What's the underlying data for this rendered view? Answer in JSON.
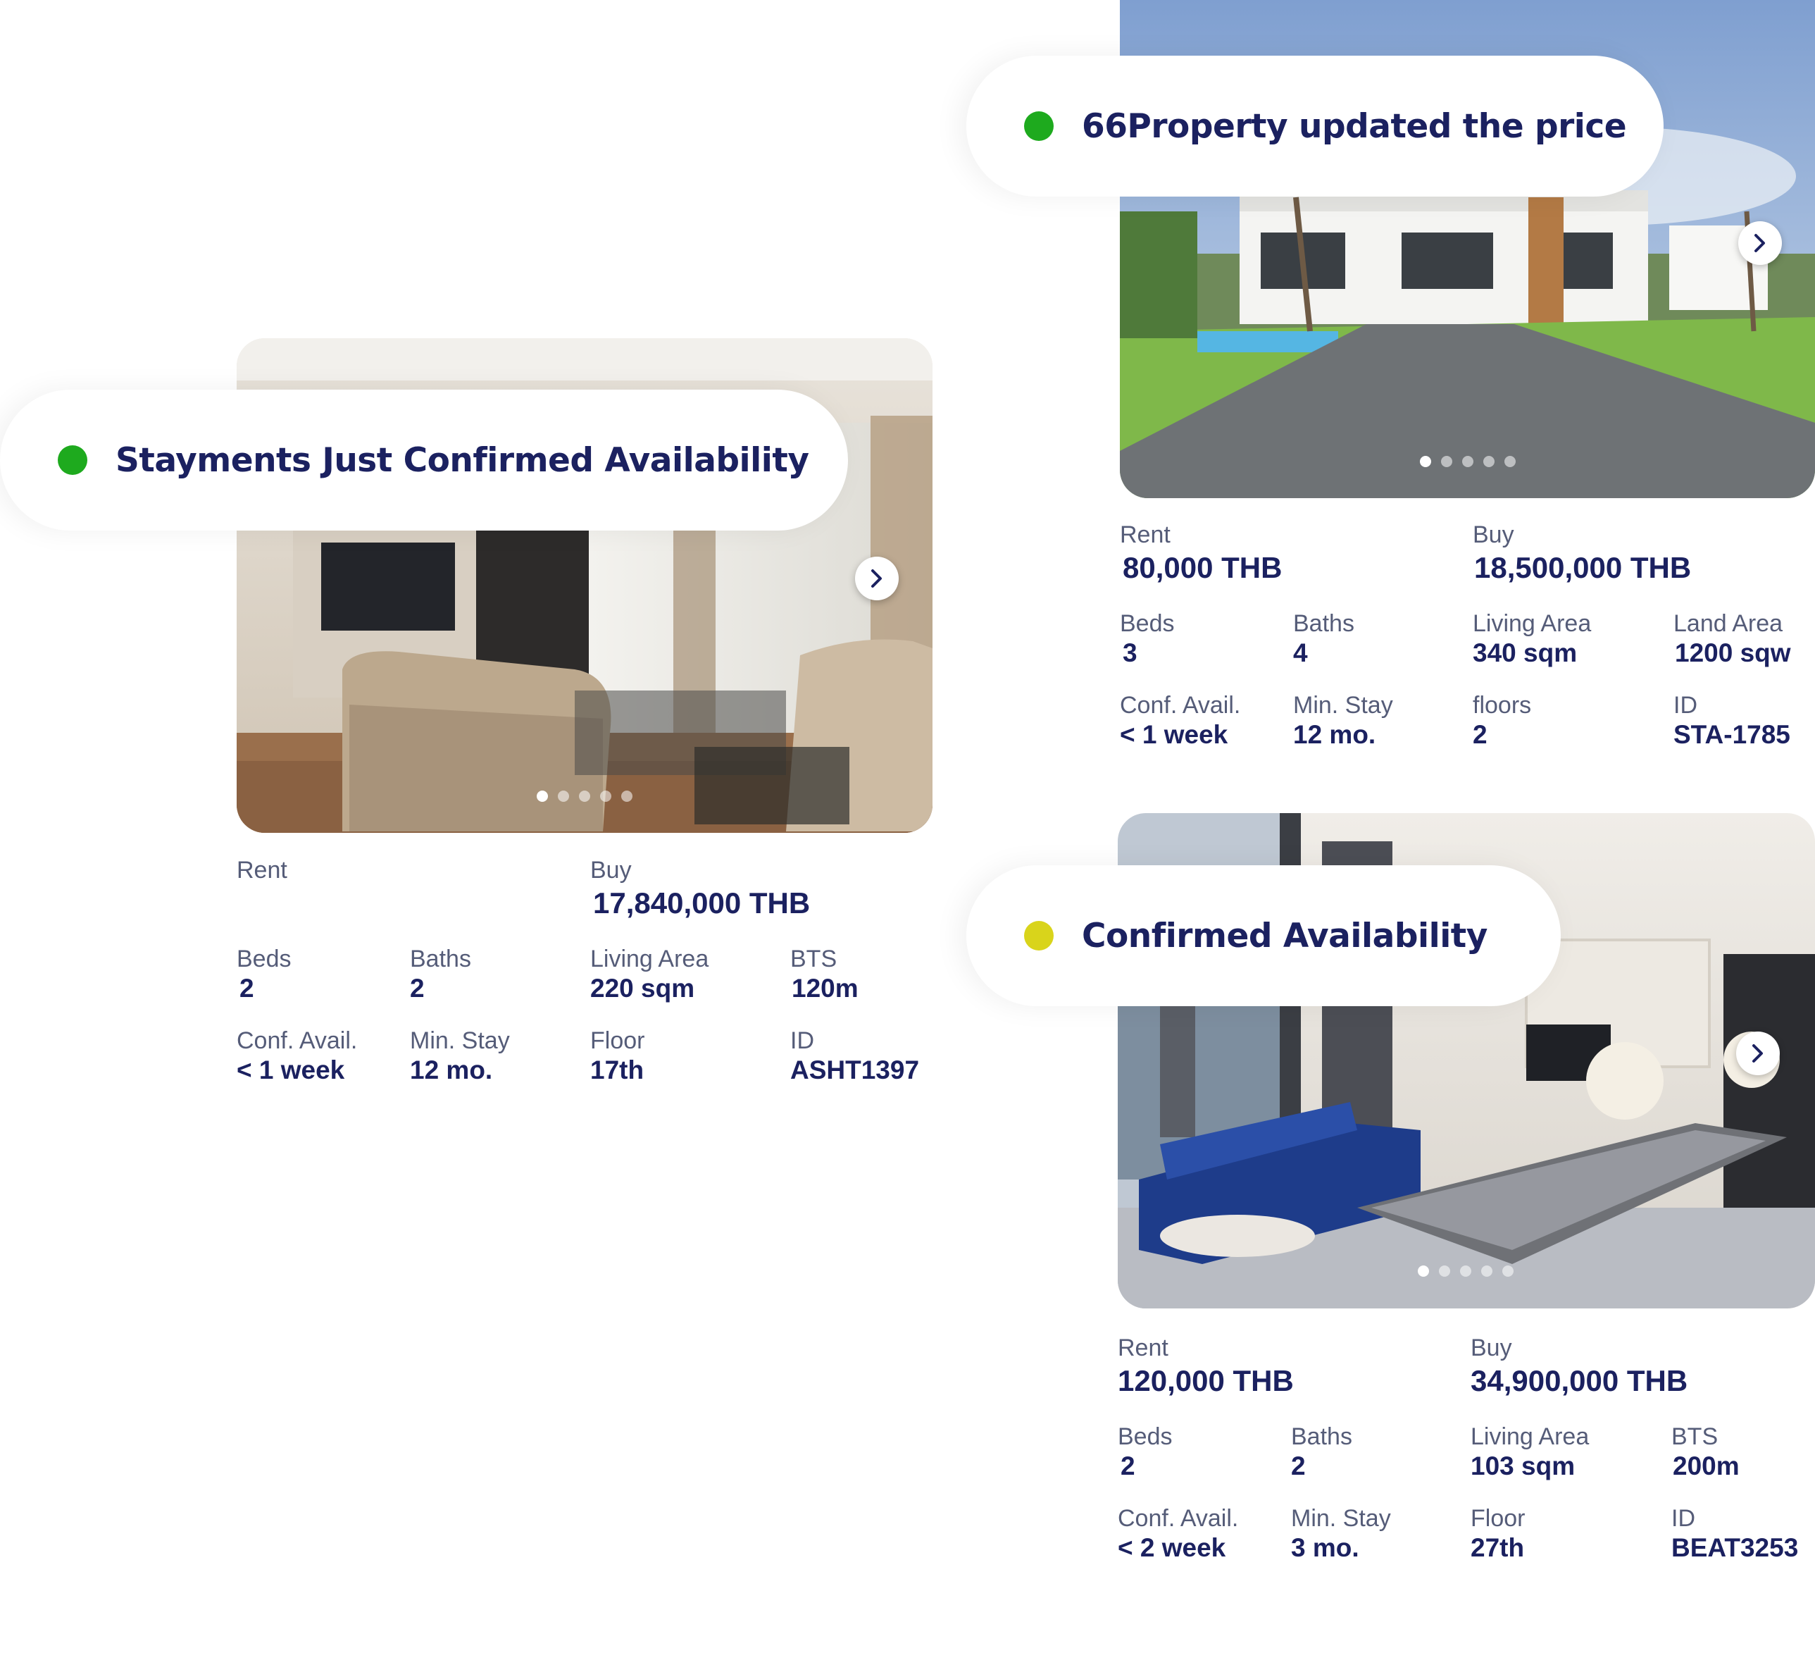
{
  "colors": {
    "navy": "#1b2160",
    "label_grey": "#555c78",
    "status_green": "#1eaa1e",
    "status_yellow": "#d9d41b"
  },
  "cards": [
    {
      "notification": "Stayments Just Confirmed Availability",
      "status_color": "green",
      "rent_label": "Rent",
      "rent_value": "",
      "buy_label": "Buy",
      "buy_value": "17,840,000 THB",
      "stats": [
        {
          "label": "Beds",
          "value": "2"
        },
        {
          "label": "Baths",
          "value": "2"
        },
        {
          "label": "Living Area",
          "value": "220 sqm"
        },
        {
          "label": "BTS",
          "value": "120m"
        },
        {
          "label": "Conf. Avail.",
          "value": "< 1 week"
        },
        {
          "label": "Min. Stay",
          "value": "12 mo."
        },
        {
          "label": "Floor",
          "value": "17th"
        },
        {
          "label": "ID",
          "value": "ASHT1397"
        }
      ],
      "next_icon": "chevron-right-icon",
      "slides": 5,
      "active_slide": 1
    },
    {
      "notification": "66Property updated the price",
      "status_color": "green",
      "rent_label": "Rent",
      "rent_value": "80,000 THB",
      "buy_label": "Buy",
      "buy_value": "18,500,000 THB",
      "stats": [
        {
          "label": "Beds",
          "value": "3"
        },
        {
          "label": "Baths",
          "value": "4"
        },
        {
          "label": "Living Area",
          "value": "340 sqm"
        },
        {
          "label": "Land Area",
          "value": "1200 sqw"
        },
        {
          "label": "Conf. Avail.",
          "value": "< 1 week"
        },
        {
          "label": "Min. Stay",
          "value": "12 mo."
        },
        {
          "label": "floors",
          "value": "2"
        },
        {
          "label": "ID",
          "value": "STA-1785"
        }
      ],
      "next_icon": "chevron-right-icon",
      "slides": 5,
      "active_slide": 1
    },
    {
      "notification": "Confirmed Availability",
      "status_color": "yellow",
      "rent_label": "Rent",
      "rent_value": "120,000 THB",
      "buy_label": "Buy",
      "buy_value": "34,900,000 THB",
      "stats": [
        {
          "label": "Beds",
          "value": "2"
        },
        {
          "label": "Baths",
          "value": "2"
        },
        {
          "label": "Living Area",
          "value": "103 sqm"
        },
        {
          "label": "BTS",
          "value": "200m"
        },
        {
          "label": "Conf. Avail.",
          "value": "< 2 week"
        },
        {
          "label": "Min. Stay",
          "value": "3 mo."
        },
        {
          "label": "Floor",
          "value": "27th"
        },
        {
          "label": "ID",
          "value": "BEAT3253"
        }
      ],
      "next_icon": "chevron-right-icon",
      "slides": 5,
      "active_slide": 1
    }
  ]
}
